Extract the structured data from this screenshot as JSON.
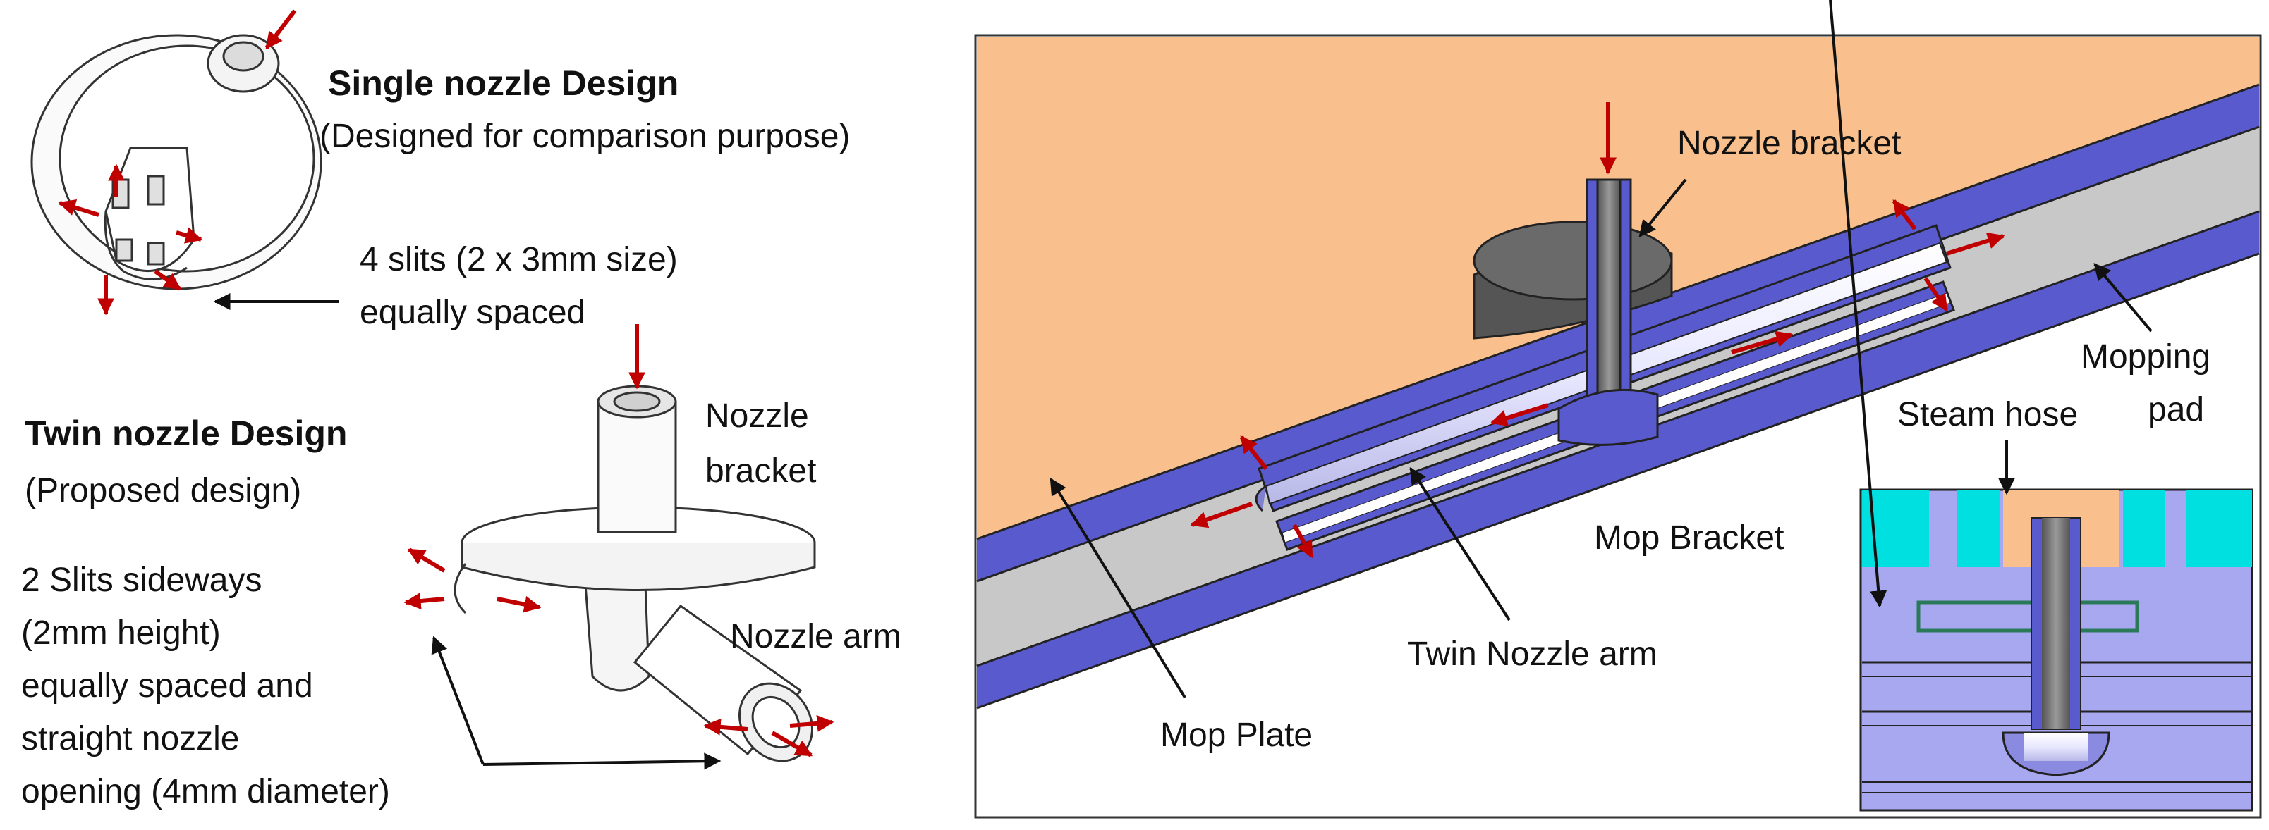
{
  "left_panel": {
    "single": {
      "title": "Single nozzle Design",
      "subtitle": "(Designed for comparison purpose)",
      "slits_line1": "4 slits (2 x 3mm size)",
      "slits_line2": "equally spaced"
    },
    "twin": {
      "title": "Twin nozzle Design",
      "subtitle": "(Proposed design)",
      "nozzle_bracket_line1": "Nozzle",
      "nozzle_bracket_line2": "bracket",
      "nozzle_arm": "Nozzle arm",
      "desc_line1": "2 Slits sideways",
      "desc_line2": "(2mm height)",
      "desc_line3": "equally spaced and",
      "desc_line4": "straight nozzle",
      "desc_line5": "opening (4mm diameter)"
    }
  },
  "right_panel": {
    "nozzle_bracket": "Nozzle bracket",
    "mopping_pad_line1": "Mopping",
    "mopping_pad_line2": "pad",
    "steam_hose": "Steam hose",
    "mop_bracket": "Mop Bracket",
    "twin_nozzle_arm": "Twin Nozzle arm",
    "mop_plate": "Mop Plate"
  },
  "colors": {
    "background_orange": "#F9C08D",
    "plate_blue": "#5A5ACF",
    "pad_gray": "#C8C8C8",
    "flow_arrow_red": "#C00000",
    "cyan": "#00E0E0",
    "light_purple": "#A8A8F0"
  }
}
